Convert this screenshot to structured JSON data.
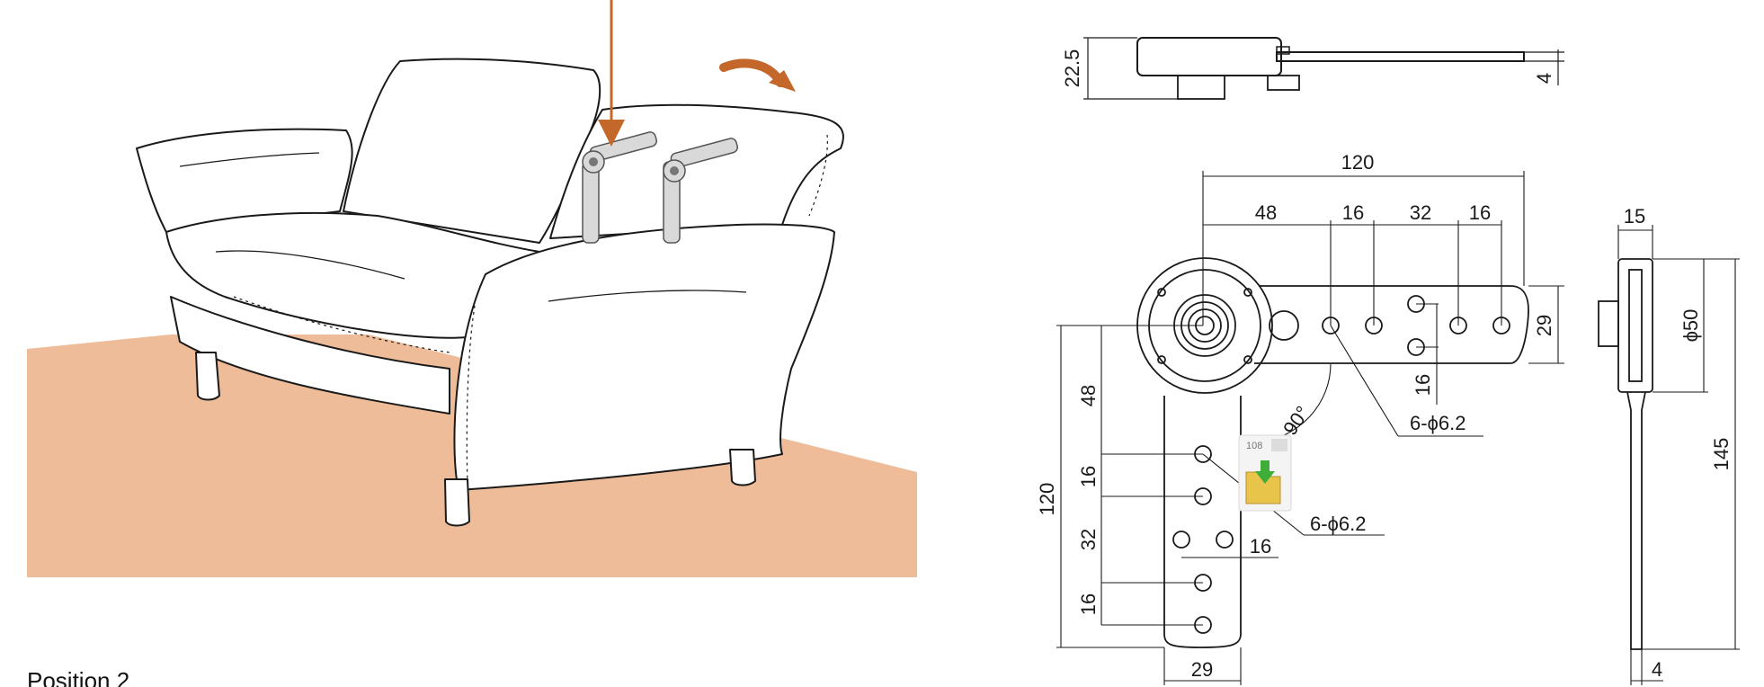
{
  "colors": {
    "floor": "#eebc98",
    "arrow": "#c4672a",
    "line": "#1a1a1a",
    "sofa_fill": "#ffffff"
  },
  "icons": [
    "down-arrow-icon",
    "curved-arrow-icon",
    "folder-download-icon"
  ],
  "drawing": {
    "side_view": {
      "height": "22.5",
      "thickness_right": "4"
    },
    "plan_view": {
      "top_total": "120",
      "top_segments": [
        "48",
        "16",
        "32",
        "16"
      ],
      "arm_width_right": "29",
      "offset_inner": "16",
      "angle": "90°",
      "hole_note_top": "6-ϕ6.2",
      "left_total": "120",
      "left_segments": [
        "48",
        "16",
        "32",
        "16"
      ],
      "inner_offset_bottom": "16",
      "hole_note_bottom": "6-ϕ6.2",
      "bottom_width": "29"
    },
    "end_view": {
      "top_width": "15",
      "diameter": "ϕ50",
      "length": "145",
      "bottom_thickness": "4"
    }
  },
  "badge": {
    "number": "108"
  },
  "footer": {
    "label": "Position 2"
  }
}
